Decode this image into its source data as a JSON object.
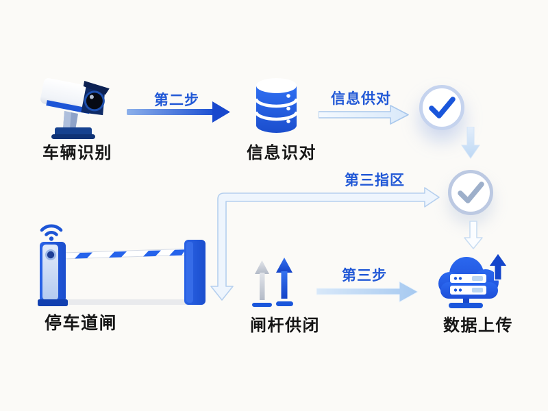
{
  "app": {
    "type": "process-flow-diagram",
    "background": "#fbfaf7"
  },
  "palette": {
    "primary_blue": "#1a56db",
    "bright_blue": "#2563eb",
    "dark_navy": "#0e2a66",
    "node_label_text": "#161616",
    "arrow_label_blue": "#2158d6",
    "soft_arrow_fill": "#eef5fd",
    "soft_arrow_stroke": "#b5cfee",
    "circle_border": "#c5d3ee",
    "muted_circle_border": "#bcc9e2",
    "muted_check": "#9dafca",
    "gray_arrow": "#c2c8d3"
  },
  "nodes": {
    "camera": {
      "label": "车辆识别",
      "icon": "cctv-camera-icon"
    },
    "database": {
      "label": "信息识对",
      "icon": "database-icon"
    },
    "check_primary": {
      "icon": "check-circle-icon",
      "state": "active-blue"
    },
    "check_muted": {
      "icon": "check-circle-icon",
      "state": "muted-gray"
    },
    "barrier": {
      "label": "停车道闸",
      "icon": "barrier-gate-icon"
    },
    "gate_levers": {
      "label": "闸杆供闭",
      "icon": "double-up-arrows-icon"
    },
    "cloud": {
      "label": "数据上传",
      "icon": "cloud-upload-icon"
    }
  },
  "connectors": {
    "step2": {
      "label": "第二步",
      "from": "camera",
      "to": "database",
      "style": "solid-blue-right"
    },
    "info_check": {
      "label": "信息供对",
      "from": "database",
      "to": "check_primary",
      "style": "outline-light-right"
    },
    "check_down": {
      "from": "check_primary",
      "to": "check_muted",
      "style": "soft-fill-down"
    },
    "zone": {
      "label": "第三指区",
      "from": "barrier",
      "to": "check_muted",
      "style": "outline-elbow"
    },
    "cloud_down": {
      "from": "check_muted",
      "to": "cloud",
      "style": "outline-light-down"
    },
    "step3": {
      "label": "第三步",
      "from": "gate_levers",
      "to": "cloud",
      "style": "soft-fill-right"
    }
  }
}
